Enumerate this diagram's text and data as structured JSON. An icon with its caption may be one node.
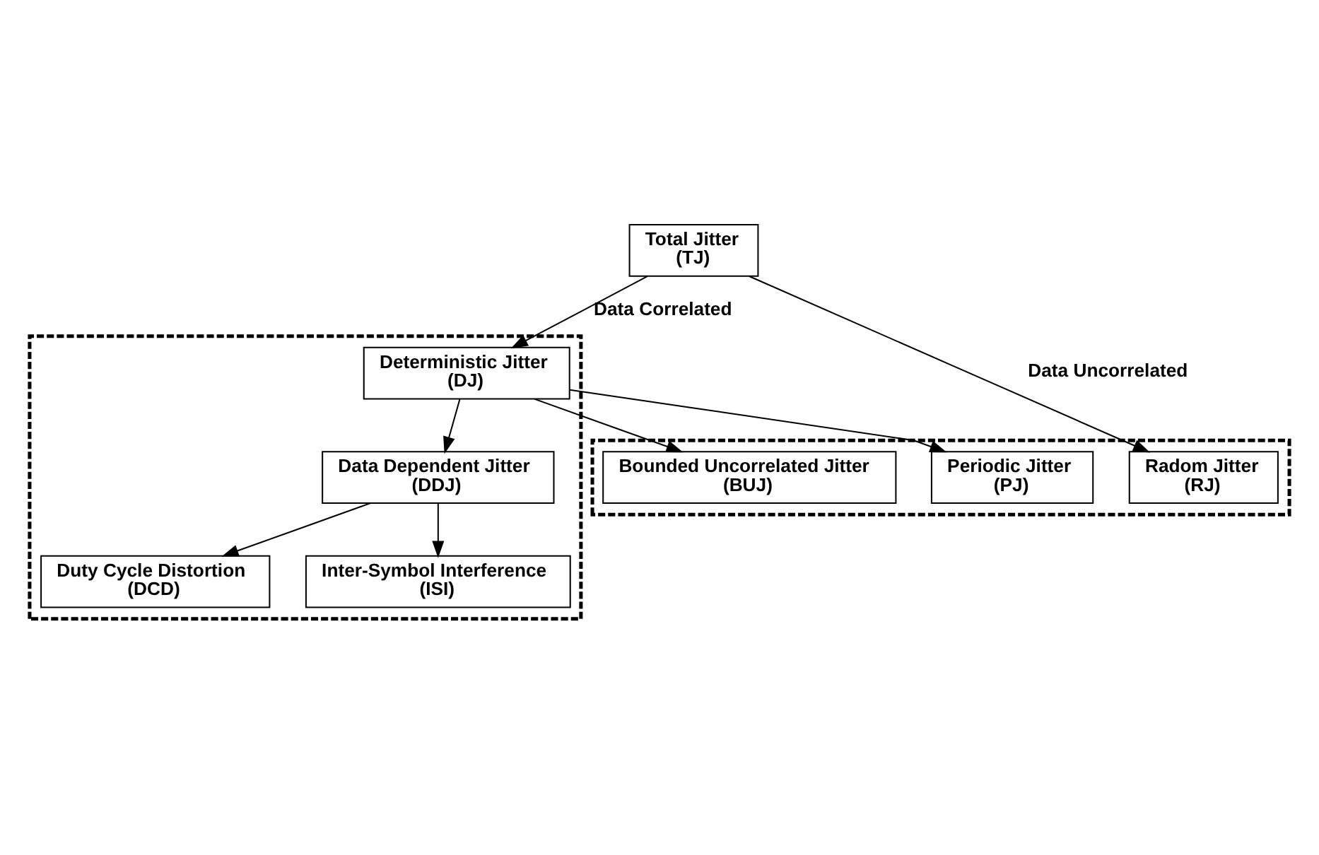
{
  "diagram": {
    "nodes": [
      {
        "text": [
          "Total Jitter",
          "(TJ)"
        ]
      },
      {
        "text": [],
        "shape": "box"
      },
      {
        "text": [
          "Deterministic Jitter",
          "(DJ)"
        ],
        "in": 1
      },
      {
        "text": [],
        "shape": "box"
      },
      {
        "text": [
          "Radom Jitter",
          "(RJ)"
        ],
        "in": 3
      },
      {
        "text": [
          "Data Dependent Jitter",
          "(DDJ)"
        ],
        "in": 1
      },
      {
        "text": [
          "Bounded Uncorrelated Jitter",
          "(BUJ)"
        ],
        "in": 3
      },
      {
        "text": [
          "Periodic Jitter",
          "(PJ)"
        ],
        "in": 3
      },
      {
        "text": [
          "Duty Cycle Distortion",
          "(DCD)"
        ],
        "in": 1
      },
      {
        "text": [
          "Inter-Symbol Interference",
          "(ISI)"
        ],
        "in": 1
      }
    ],
    "edges": [
      {
        "from": 0,
        "to": 2,
        "arrow": "to",
        "label": "Data Correlated"
      },
      {
        "from": 0,
        "to": 4,
        "arrow": "to",
        "label": "Data Uncorrelated"
      },
      {
        "from": 2,
        "to": 5,
        "arrow": "to"
      },
      {
        "from": 2,
        "to": 6,
        "arrow": "to"
      },
      {
        "from": 2,
        "to": 7,
        "arrow": "to"
      },
      {
        "from": 5,
        "to": 8,
        "arrow": "to"
      },
      {
        "from": 5,
        "to": 9,
        "arrow": "to"
      }
    ]
  }
}
